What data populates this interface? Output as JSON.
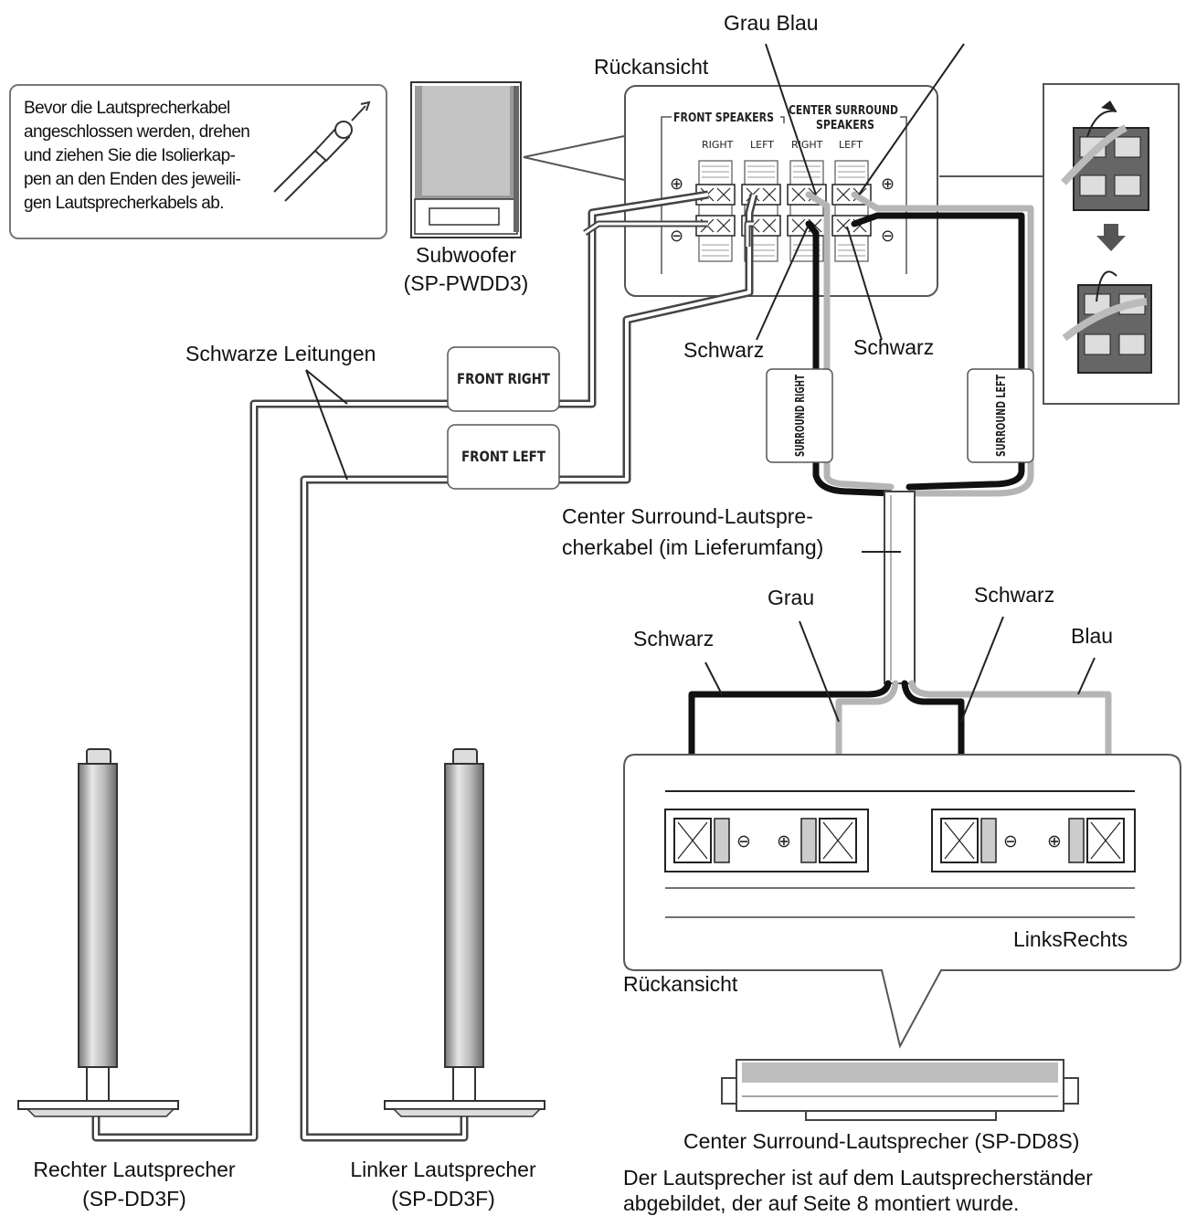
{
  "note": {
    "text": "Bevor die Lautsprecherkabel\nangeschlossen werden, drehen\nund ziehen Sie die Isolierkap-\npen an den Enden des jeweili-\ngen Lautsprecherkabels ab."
  },
  "subwoofer": {
    "name": "Subwoofer",
    "model": "(SP-PWDD3)",
    "rear_view": "Rückansicht",
    "panel": {
      "front_speakers": "FRONT SPEAKERS",
      "center_surround_1": "CENTER SURROUND",
      "center_surround_2": "SPEAKERS",
      "right": "RIGHT",
      "left": "LEFT",
      "plus": "⊕",
      "minus": "⊖"
    }
  },
  "top_labels": {
    "grau_blau": "Grau Blau",
    "schwarz_1": "Schwarz",
    "schwarz_2": "Schwarz"
  },
  "wires": {
    "black_leads": "Schwarze Leitungen",
    "front_right": "FRONT RIGHT",
    "front_left": "FRONT LEFT",
    "surround_right": "SURROUND RIGHT",
    "surround_left": "SURROUND LEFT"
  },
  "center_cable": {
    "line1": "Center Surround-Lautspre-",
    "line2": "cherkabel (im Lieferumfang)"
  },
  "center_wire_labels": {
    "schwarz_left": "Schwarz",
    "grau": "Grau",
    "schwarz_right": "Schwarz",
    "blau": "Blau"
  },
  "center_panel": {
    "links_rechts": "LinksRechts",
    "rear_view": "Rückansicht",
    "minus": "⊖",
    "plus": "⊕"
  },
  "center_speaker": {
    "name": "Center Surround-Lautsprecher (SP-DD8S)",
    "note_line1": "Der Lautsprecher ist auf dem Lautsprecherständer",
    "note_line2": "abgebildet, der auf Seite 8 montiert wurde."
  },
  "front_speakers": {
    "right_name": "Rechter Lautsprecher",
    "right_model": "(SP-DD3F)",
    "left_name": "Linker Lautsprecher",
    "left_model": "(SP-DD3F)"
  },
  "colors": {
    "black_wire": "#111111",
    "grey_wire": "#b5b5b5",
    "outline": "#555555"
  }
}
